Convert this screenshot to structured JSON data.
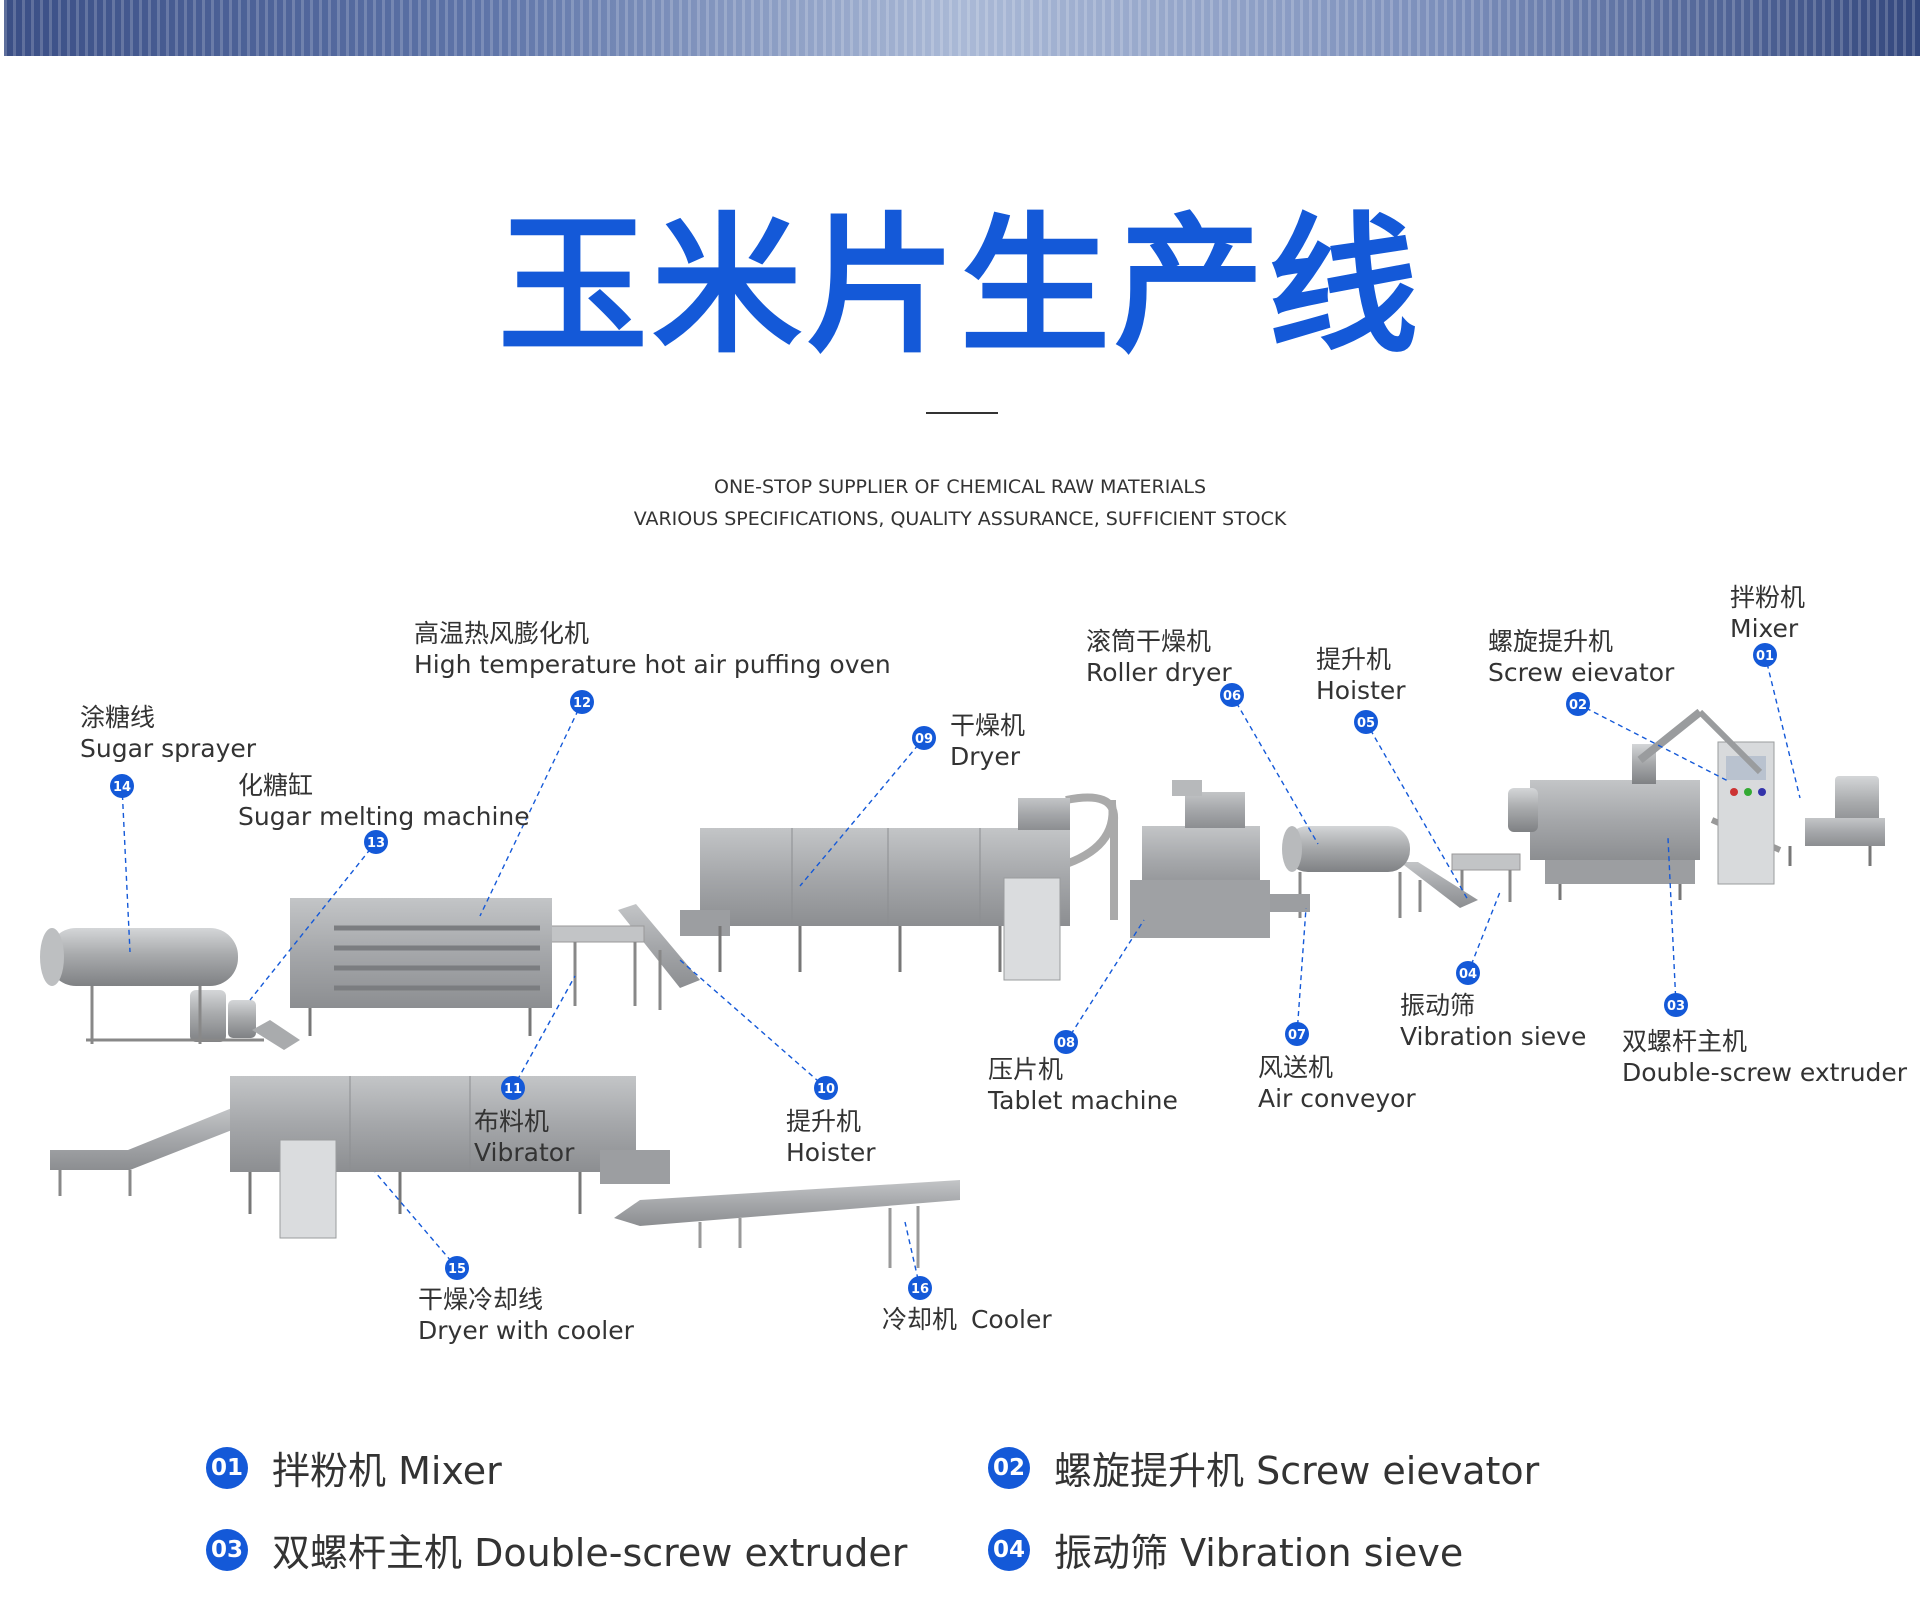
{
  "title": "玉米片生产线",
  "subtitle_line1": "ONE-STOP SUPPLIER OF CHEMICAL RAW MATERIALS",
  "subtitle_line2": "VARIOUS SPECIFICATIONS, QUALITY ASSURANCE, SUFFICIENT STOCK",
  "colors": {
    "accent": "#1459d8",
    "machine": "#a7a9ab",
    "text": "#333333"
  },
  "machines": [
    {
      "num": "01",
      "zh": "拌粉机",
      "en": "Mixer"
    },
    {
      "num": "02",
      "zh": "螺旋提升机",
      "en": "Screw eievator"
    },
    {
      "num": "03",
      "zh": "双螺杆主机",
      "en": "Double-screw extruder"
    },
    {
      "num": "04",
      "zh": "振动筛",
      "en": "Vibration sieve"
    },
    {
      "num": "05",
      "zh": "提升机",
      "en": "Hoister"
    },
    {
      "num": "06",
      "zh": "滚筒干燥机",
      "en": "Roller dryer"
    },
    {
      "num": "07",
      "zh": "风送机",
      "en": "Air conveyor"
    },
    {
      "num": "08",
      "zh": "压片机",
      "en": "Tablet machine"
    },
    {
      "num": "09",
      "zh": "干燥机",
      "en": "Dryer"
    },
    {
      "num": "10",
      "zh": "提升机",
      "en": "Hoister"
    },
    {
      "num": "11",
      "zh": "布料机",
      "en": "Vibrator"
    },
    {
      "num": "12",
      "zh": "高温热风膨化机",
      "en": "High temperature hot air puffing oven"
    },
    {
      "num": "13",
      "zh": "化糖缸",
      "en": "Sugar melting machine"
    },
    {
      "num": "14",
      "zh": "涂糖线",
      "en": "Sugar sprayer"
    },
    {
      "num": "15",
      "zh": "干燥冷却线",
      "en": "Dryer with cooler"
    },
    {
      "num": "16",
      "zh": "冷却机",
      "en": "Cooler"
    }
  ],
  "legend": [
    {
      "num": "01",
      "text": "拌粉机 Mixer"
    },
    {
      "num": "02",
      "text": "螺旋提升机 Screw eievator"
    },
    {
      "num": "03",
      "text": "双螺杆主机 Double-screw extruder"
    },
    {
      "num": "04",
      "text": "振动筛 Vibration sieve"
    }
  ]
}
